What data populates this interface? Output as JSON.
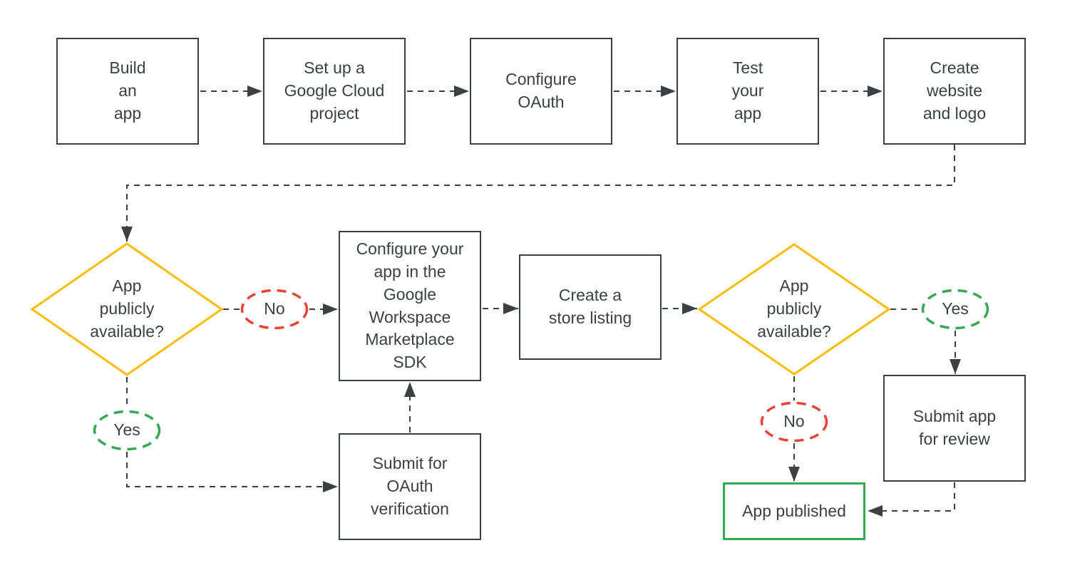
{
  "nodes": {
    "build": {
      "label": "Build\nan\napp"
    },
    "cloud": {
      "label": "Set up a\nGoogle Cloud\nproject"
    },
    "oauth": {
      "label": "Configure\nOAuth"
    },
    "test": {
      "label": "Test\nyour\napp"
    },
    "website": {
      "label": "Create\nwebsite\nand logo"
    },
    "decision1": {
      "label": "App\npublicly\navailable?"
    },
    "no1": {
      "label": "No"
    },
    "sdk": {
      "label": "Configure your\napp in the\nGoogle\nWorkspace\nMarketplace\nSDK"
    },
    "store": {
      "label": "Create a\nstore listing"
    },
    "decision2": {
      "label": "App\npublicly\navailable?"
    },
    "yes2": {
      "label": "Yes"
    },
    "review": {
      "label": "Submit app\nfor review"
    },
    "no2": {
      "label": "No"
    },
    "published": {
      "label": "App published"
    },
    "yes1": {
      "label": "Yes"
    },
    "verify": {
      "label": "Submit for\nOAuth\nverification"
    }
  },
  "flow": [
    {
      "from": "build",
      "to": "cloud"
    },
    {
      "from": "cloud",
      "to": "oauth"
    },
    {
      "from": "oauth",
      "to": "test"
    },
    {
      "from": "test",
      "to": "website"
    },
    {
      "from": "website",
      "to": "decision1"
    },
    {
      "from": "decision1",
      "to": "no1"
    },
    {
      "from": "no1",
      "to": "sdk"
    },
    {
      "from": "sdk",
      "to": "store"
    },
    {
      "from": "store",
      "to": "decision2"
    },
    {
      "from": "decision2",
      "to": "yes2"
    },
    {
      "from": "yes2",
      "to": "review"
    },
    {
      "from": "review",
      "to": "published"
    },
    {
      "from": "decision2",
      "to": "no2"
    },
    {
      "from": "no2",
      "to": "published"
    },
    {
      "from": "decision1",
      "to": "yes1"
    },
    {
      "from": "yes1",
      "to": "verify"
    },
    {
      "from": "verify",
      "to": "sdk"
    }
  ],
  "colors": {
    "background": "#FFFFFF",
    "line": "#3C4043",
    "text": "#3C4043",
    "box_border": "#3C4043",
    "decision_border": "#FBBC04",
    "no_border": "#EA4335",
    "yes_border": "#34A853",
    "published_border": "#34A853"
  }
}
